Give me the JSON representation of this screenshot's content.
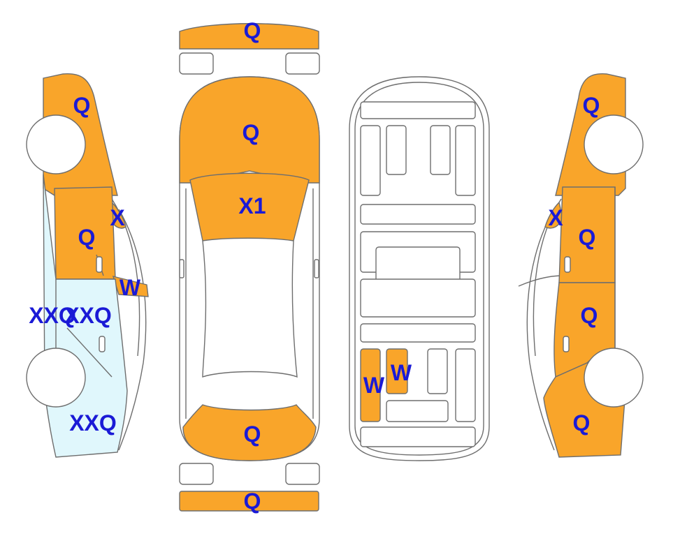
{
  "colors": {
    "damaged": "#f9a52a",
    "highlight": "#e0f7fc",
    "label": "#1a1ad6"
  },
  "labels": {
    "front_bumper": "Q",
    "hood": "Q",
    "windshield": "X1",
    "trunk": "Q",
    "rear_bumper": "Q",
    "left_front_fender": "Q",
    "left_front_door": "Q",
    "left_front_window": "X",
    "left_mirror": "W",
    "left_rear_door_a": "XXQ",
    "left_rear_door_b": "XXQ",
    "left_rear_quarter": "XXQ",
    "right_front_fender": "Q",
    "right_front_window": "X",
    "right_front_door": "Q",
    "right_rear_door": "Q",
    "right_rear_quarter": "Q",
    "floor_left": "W",
    "floor_right": "W"
  }
}
